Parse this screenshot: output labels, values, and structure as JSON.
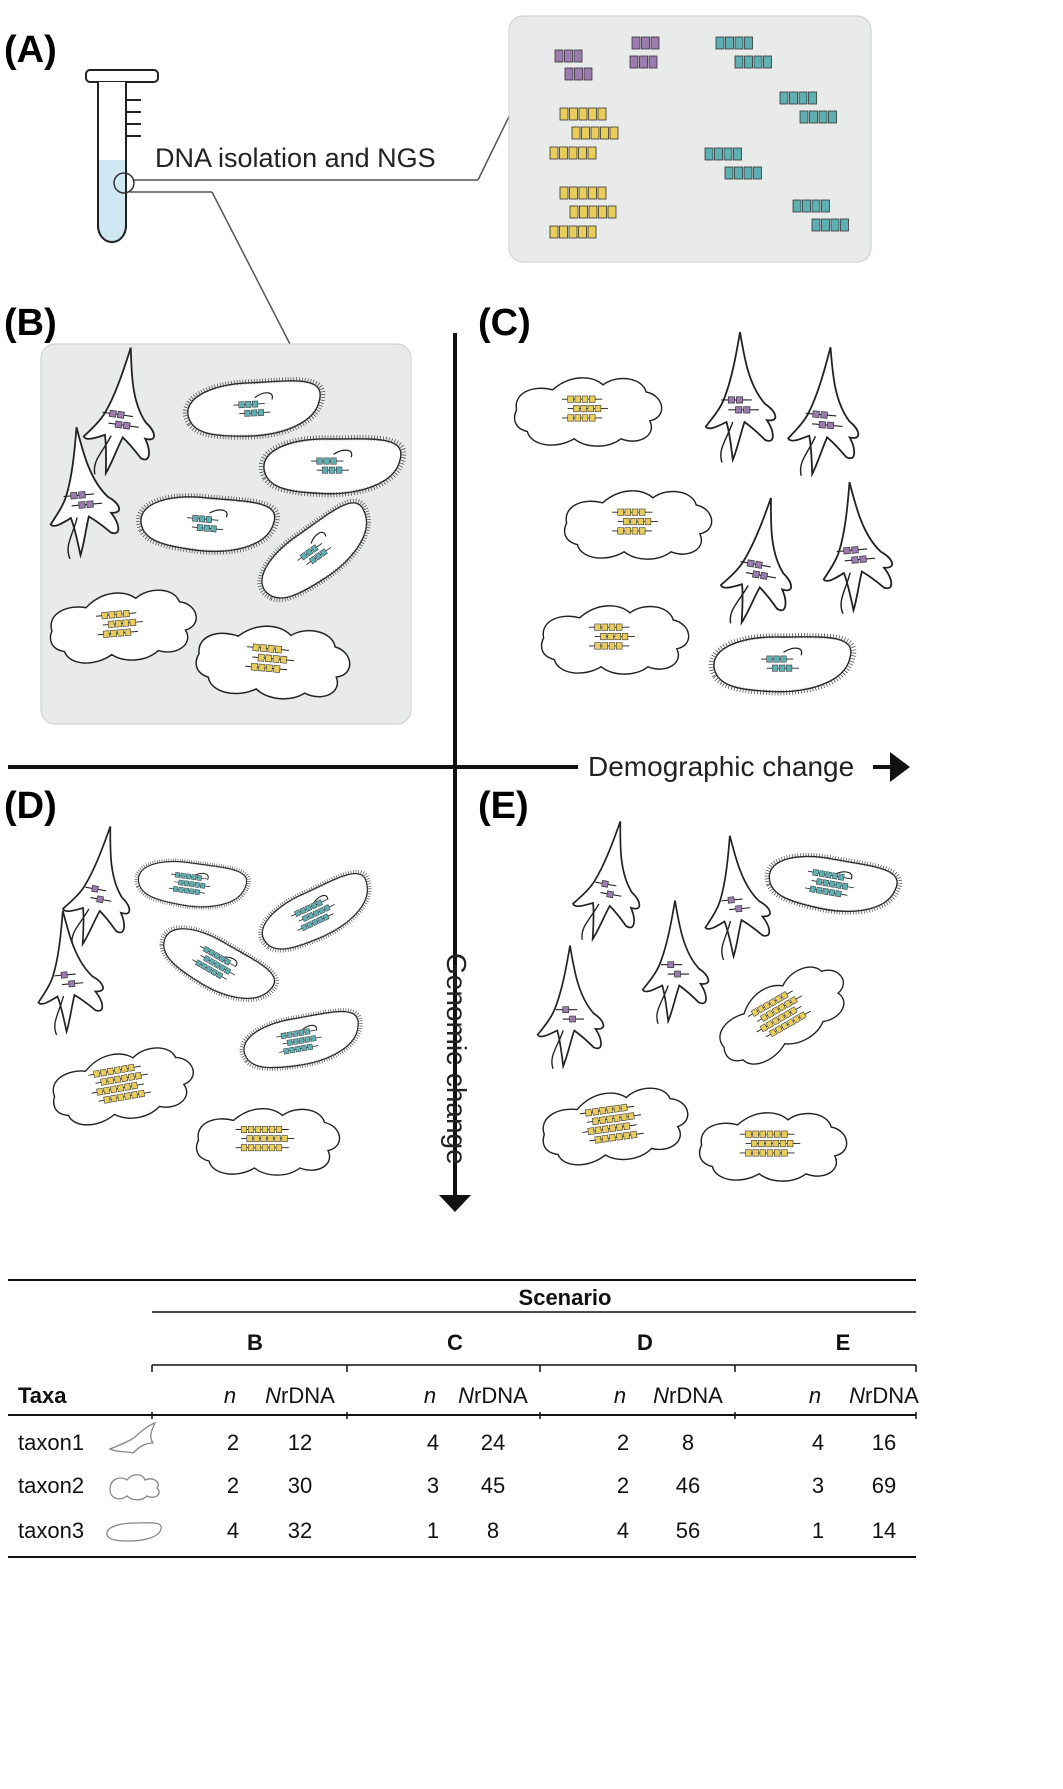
{
  "panels": {
    "a": "(A)",
    "b": "(B)",
    "c": "(C)",
    "d": "(D)",
    "e": "(E)"
  },
  "labels": {
    "dna_isolation": "DNA isolation and NGS",
    "demographic": "Demographic change",
    "genomic": "Genomic change"
  },
  "colors": {
    "purple": "#9b7bb0",
    "teal": "#5eafb2",
    "yellow": "#e8cd5a",
    "panel_bg": "#e9ebea",
    "tube_liquid": "#cfe8f2"
  },
  "table": {
    "scenario_header": "Scenario",
    "taxa_header": "Taxa",
    "n_label": "n",
    "nrdna_prefix": "N",
    "nrdna_suffix": "rDNA",
    "scenarios": [
      "B",
      "C",
      "D",
      "E"
    ],
    "rows": [
      {
        "taxon": "taxon1",
        "icon": "spiky-protist-icon",
        "values": [
          "2",
          "12",
          "4",
          "24",
          "2",
          "8",
          "4",
          "16"
        ]
      },
      {
        "taxon": "taxon2",
        "icon": "amoeba-icon",
        "values": [
          "2",
          "30",
          "3",
          "45",
          "2",
          "46",
          "3",
          "69"
        ]
      },
      {
        "taxon": "taxon3",
        "icon": "ciliate-icon",
        "values": [
          "4",
          "32",
          "1",
          "8",
          "4",
          "56",
          "1",
          "14"
        ]
      }
    ]
  }
}
